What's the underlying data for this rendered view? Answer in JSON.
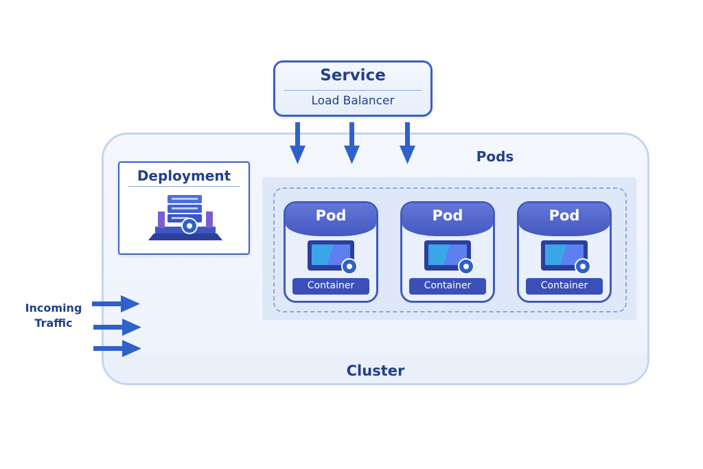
{
  "service": {
    "title": "Service",
    "subtitle": "Load Balancer"
  },
  "deployment": {
    "title": "Deployment"
  },
  "pods": {
    "title": "Pods",
    "items": [
      {
        "label": "Pod",
        "container": "Container"
      },
      {
        "label": "Pod",
        "container": "Container"
      },
      {
        "label": "Pod",
        "container": "Container"
      }
    ]
  },
  "cluster": {
    "label": "Cluster"
  },
  "incoming": {
    "line1": "Incoming",
    "line2": "Traffic"
  },
  "colors": {
    "primary_blue": "#2e62c9",
    "dark_text": "#22408a",
    "pod_header": "#4458c2",
    "cluster_border": "#c3d4f2"
  },
  "icons": [
    "server-stack-icon",
    "gear-icon",
    "monitor-icon",
    "arrow-down-icon",
    "arrow-right-icon"
  ]
}
